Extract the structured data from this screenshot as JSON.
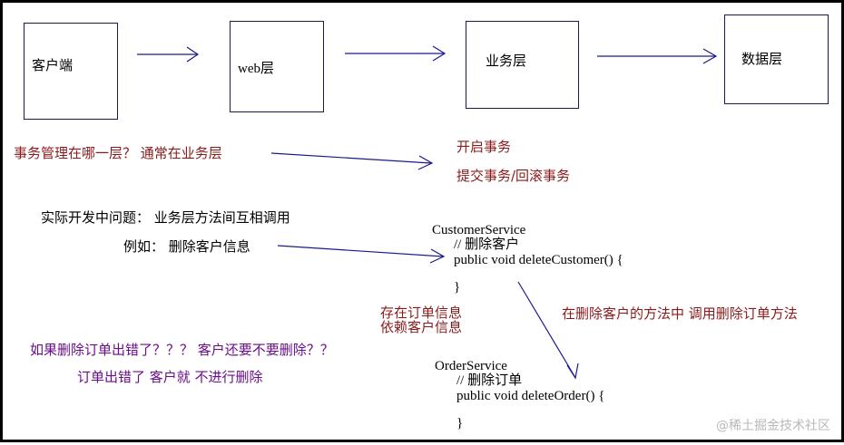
{
  "layers": {
    "client": "客户端",
    "web": "web层",
    "business": "业务层",
    "data": "数据层"
  },
  "notes": {
    "question": "事务管理在哪一层？ 通常在业务层",
    "tx_open": "开启事务",
    "tx_commit": "提交事务/回滚事务",
    "problem": "实际开发中问题： 业务层方法间互相调用",
    "example": "例如： 删除客户信息",
    "dependency_line1": "存在订单信息",
    "dependency_line2": "依赖客户信息",
    "call_note": "在删除客户的方法中 调用删除订单方法",
    "what_if": "如果删除订单出错了？？？ 客户还要不要删除？？",
    "answer": "订单出错了 客户就 不进行删除"
  },
  "customer_service": {
    "name": "CustomerService",
    "comment": "// 删除客户",
    "signature": "public void deleteCustomer() {",
    "close": "}"
  },
  "order_service": {
    "name": "OrderService",
    "comment": "// 删除订单",
    "signature": "public void deleteOrder() {",
    "close": "}"
  },
  "watermark": "@稀土掘金技术社区",
  "colors": {
    "arrow": "#1a1a8c",
    "note_red": "#8b1a1a",
    "note_purple": "#6a0d8a",
    "text_dark": "#000000"
  }
}
